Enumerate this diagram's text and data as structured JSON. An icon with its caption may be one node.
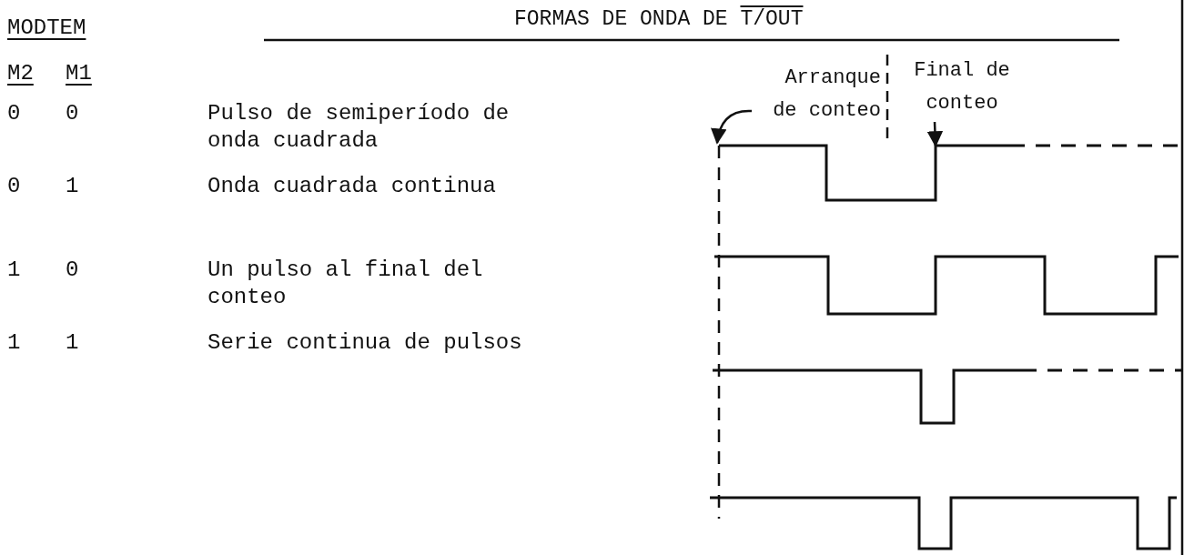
{
  "diagram": {
    "title": "FORMAS DE ONDA DE T/OUT",
    "nodes": [
      {
        "text": [
          "Arranque de conteo"
        ]
      },
      {
        "text": [
          "Final de conteo"
        ]
      }
    ],
    "edges": [
      {
        "from": 0,
        "to": null,
        "arrow": "to"
      },
      {
        "from": 1,
        "to": null,
        "arrow": "to"
      }
    ],
    "labels": [
      "MODTEM",
      "M2",
      "M1",
      "0",
      "0",
      "Pulso de semiperíodo de onda cuadrada",
      "0",
      "1",
      "Onda cuadrada continua",
      "1",
      "0",
      "Un pulso al final del conteo",
      "1",
      "1",
      "Serie continua de pulsos"
    ]
  }
}
